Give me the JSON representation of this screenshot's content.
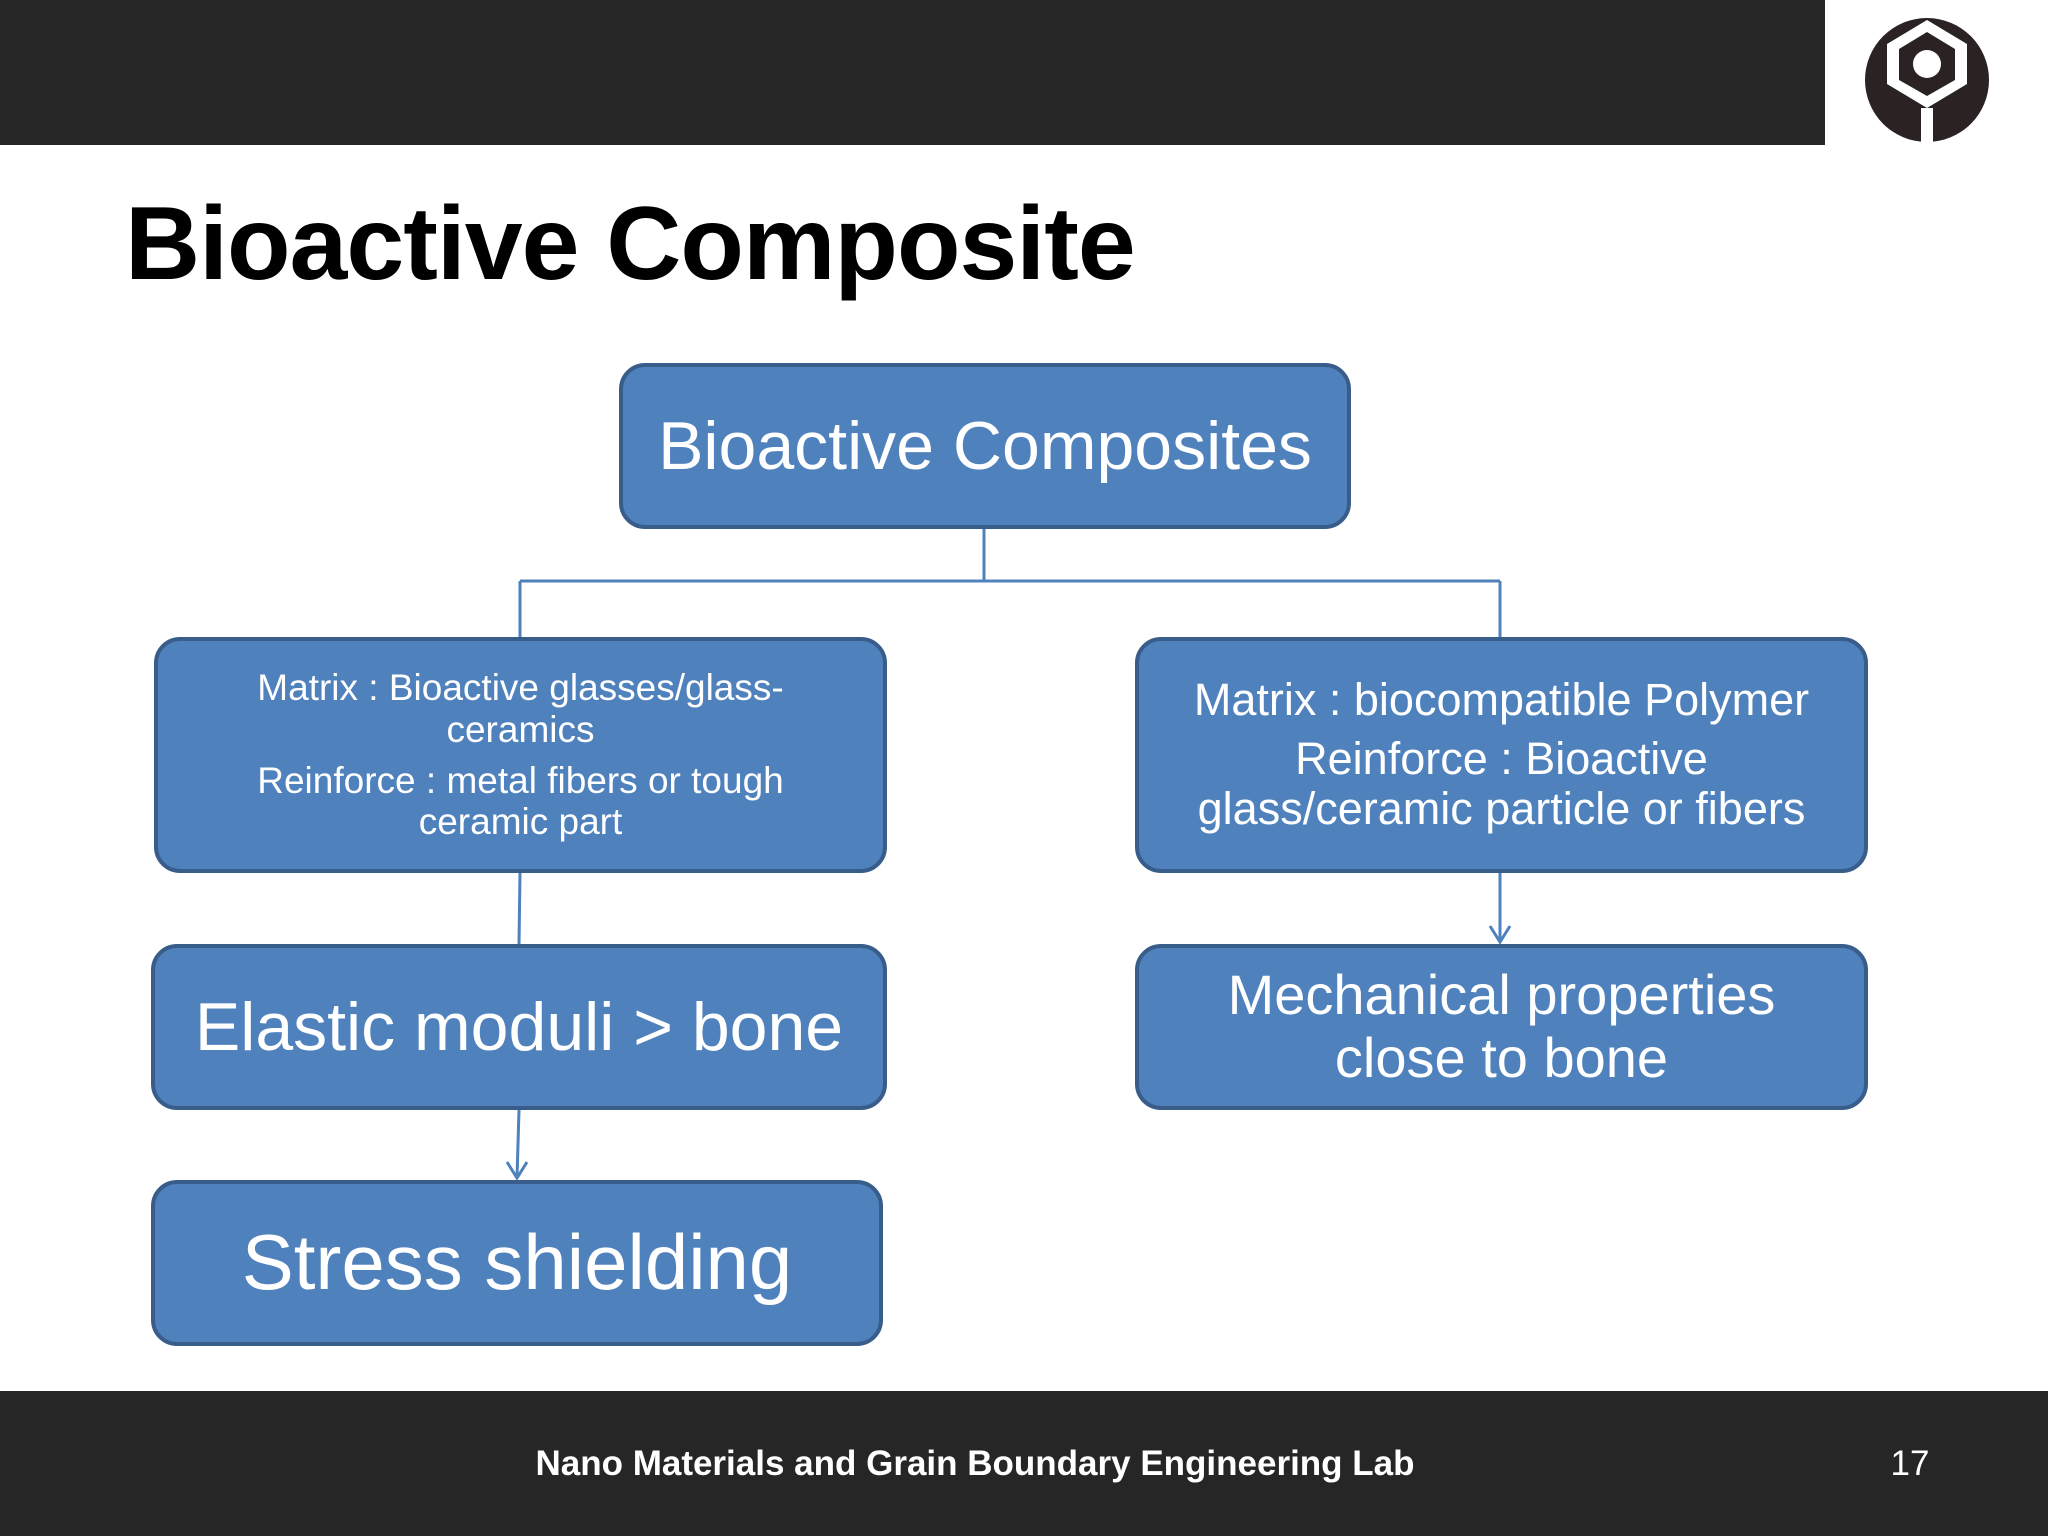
{
  "slide": {
    "title": "Bioactive Composite"
  },
  "diagram": {
    "root": "Bioactive Composites",
    "left_branch": {
      "line1": "Matrix : Bioactive glasses/glass-",
      "line2": "ceramics",
      "line3": "Reinforce : metal fibers or tough",
      "line4": "ceramic part"
    },
    "right_branch": {
      "line1": "Matrix : biocompatible Polymer",
      "line2": "Reinforce : Bioactive",
      "line3": "glass/ceramic particle or fibers"
    },
    "left_result": "Elastic moduli > bone",
    "right_result": {
      "line1": "Mechanical properties",
      "line2": "close to bone"
    },
    "left_consequence": "Stress shielding"
  },
  "footer": {
    "lab_name": "Nano Materials and Grain Boundary Engineering Lab",
    "page_number": "17"
  },
  "colors": {
    "box_fill": "#4f81bd",
    "box_border": "#385d8a",
    "bar": "#262626"
  }
}
